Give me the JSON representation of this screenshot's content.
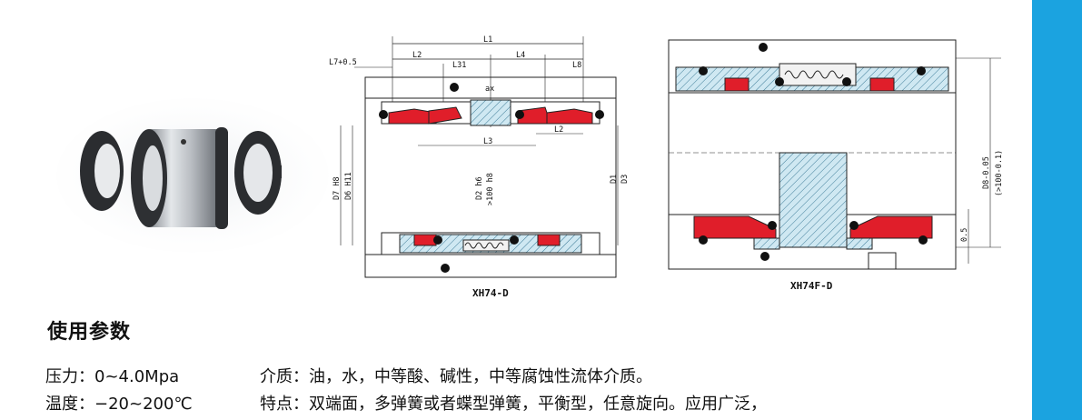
{
  "drawings": {
    "left_label": "XH74-D",
    "right_label": "XH74F-D",
    "left_dims": {
      "L1": "L1",
      "L2": "L2",
      "L31": "L31",
      "L4": "L4",
      "L8": "L8",
      "L7": "L7+0.5",
      "L3": "L3",
      "L2b": "L2",
      "D7": "D7 H8",
      "D6": "D6 H11",
      "D2": "D2 h6",
      "D2b": ">100 h8",
      "D1": "D1",
      "D3": "D3",
      "ax": "ax"
    },
    "right_dims": {
      "D": "D8-0.05",
      "Db": "(>100-0.1)",
      "gap": "0.5"
    }
  },
  "section": {
    "title": "使用参数"
  },
  "params": {
    "pressure": "压力：0~4.0Mpa",
    "temperature": "温度：−20~200℃",
    "medium": "介质：油，水，中等酸、碱性，中等腐蚀性流体介质。",
    "features": "特点：双端面，多弹簧或者蝶型弹簧，平衡型，任意旋向。应用广泛，"
  }
}
